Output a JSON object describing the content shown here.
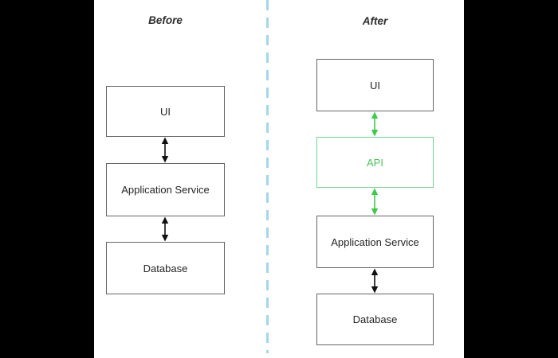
{
  "diagram": {
    "type": "before-after-architecture",
    "panels": [
      {
        "title": "Before",
        "boxes": [
          {
            "label": "UI"
          },
          {
            "label": "Application Service"
          },
          {
            "label": "Database"
          }
        ],
        "connections": [
          {
            "from": "UI",
            "to": "Application Service",
            "style": "double-arrow",
            "color_key": "arrow_black"
          },
          {
            "from": "Application Service",
            "to": "Database",
            "style": "double-arrow",
            "color_key": "arrow_black"
          }
        ]
      },
      {
        "title": "After",
        "boxes": [
          {
            "label": "UI"
          },
          {
            "label": "API"
          },
          {
            "label": "Application Service"
          },
          {
            "label": "Database"
          }
        ],
        "connections": [
          {
            "from": "UI",
            "to": "API",
            "style": "double-arrow",
            "color_key": "arrow_green"
          },
          {
            "from": "API",
            "to": "Application Service",
            "style": "double-arrow",
            "color_key": "arrow_green"
          },
          {
            "from": "Application Service",
            "to": "Database",
            "style": "double-arrow",
            "color_key": "arrow_black"
          }
        ]
      }
    ]
  },
  "colors": {
    "bars": "#000000",
    "canvas": "#ffffff",
    "divider": "#a4d7e7",
    "box_border": "#666666",
    "box_text": "#252525",
    "title_text": "#2e2e2e",
    "arrow_black": "#111111",
    "arrow_green": "#3fc94a",
    "api_border": "#72d492",
    "api_text": "#4cc35c"
  }
}
